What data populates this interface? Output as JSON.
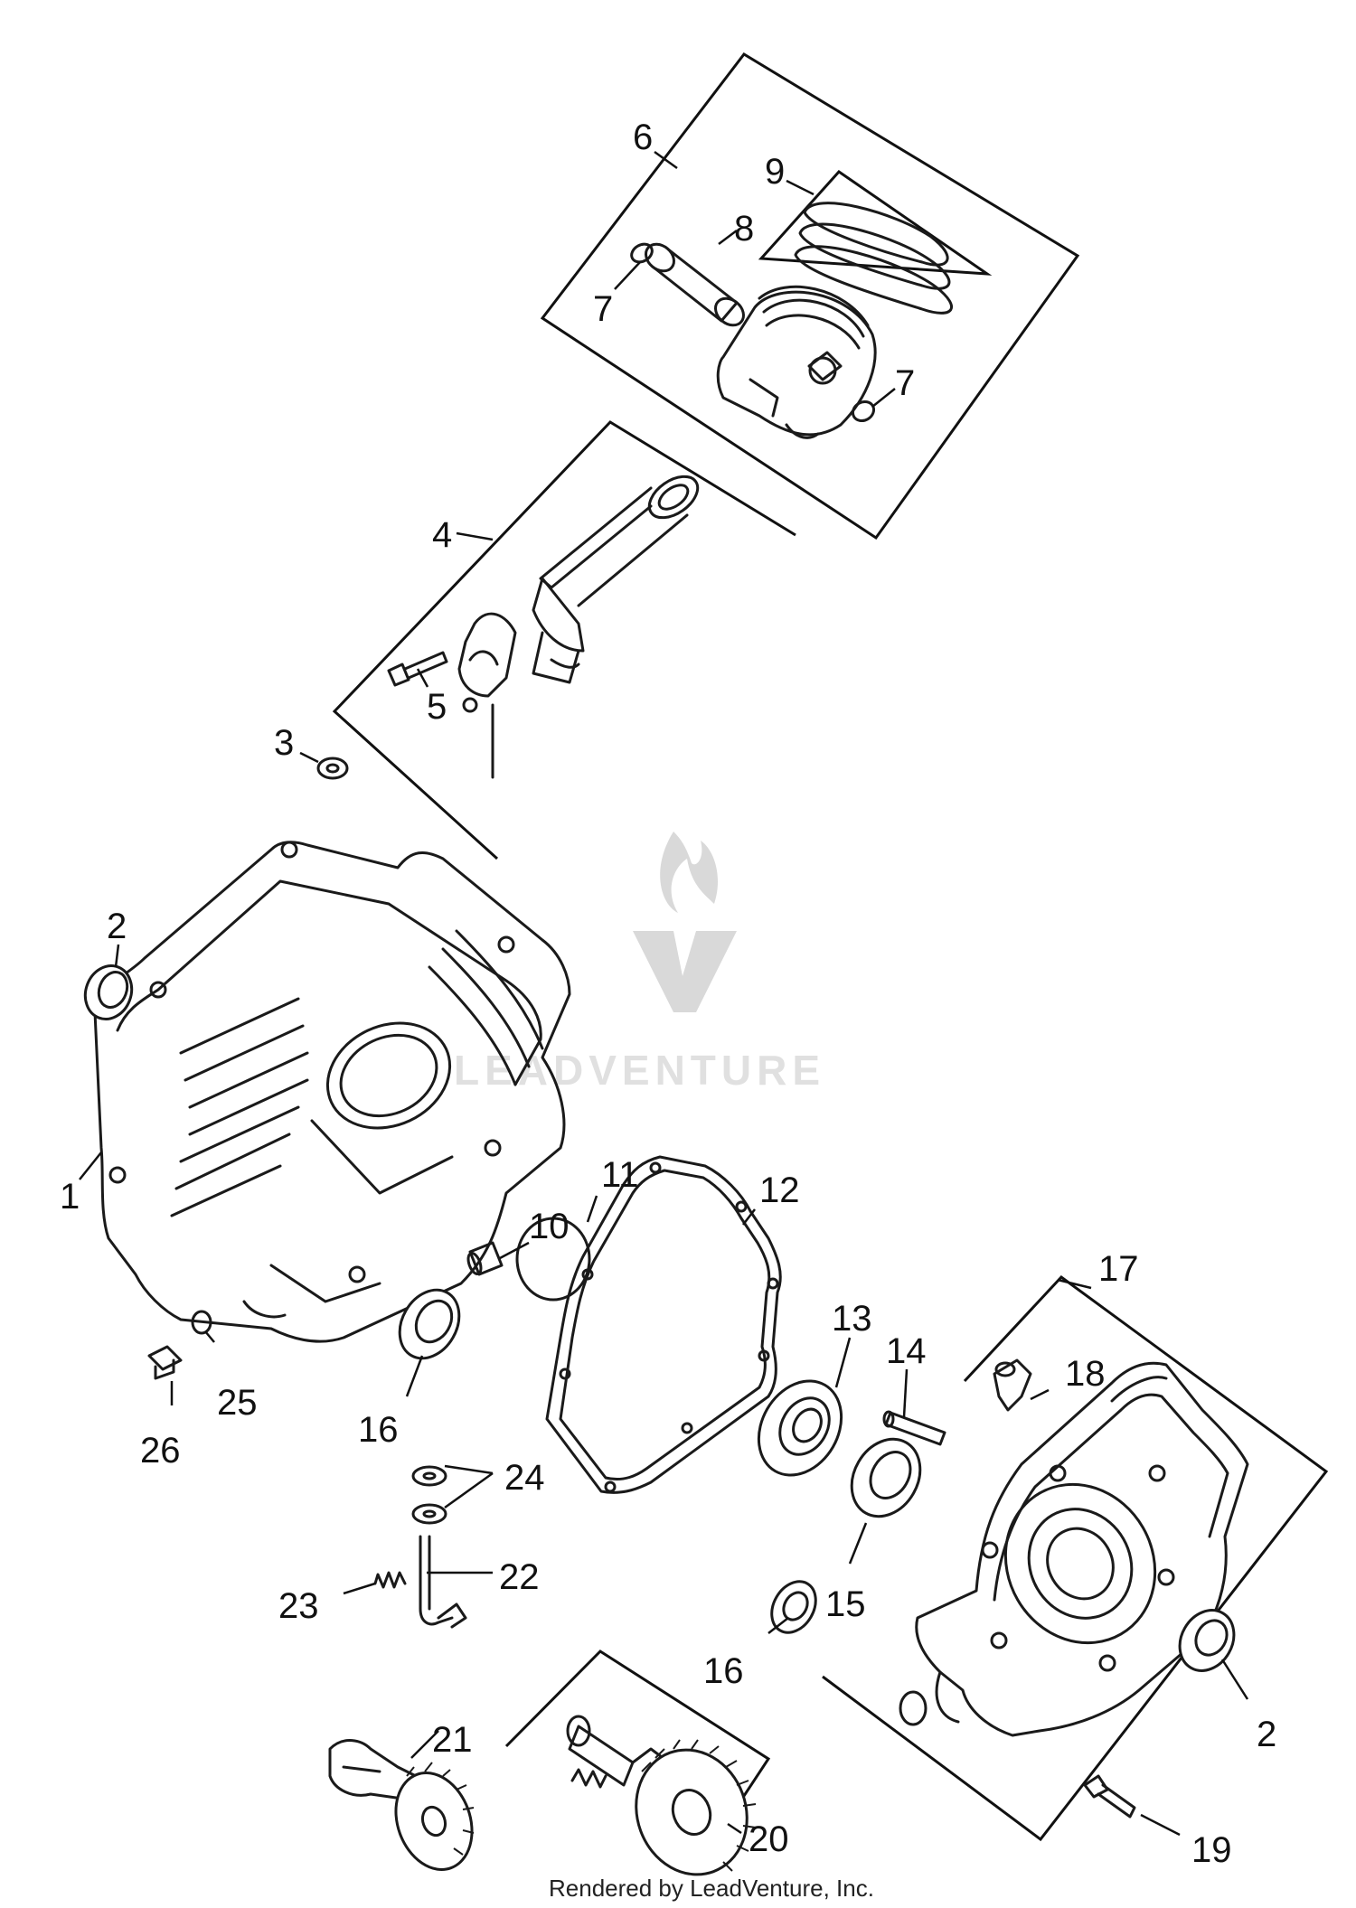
{
  "diagram": {
    "callouts": {
      "c1": "1",
      "c2a": "2",
      "c2b": "2",
      "c3": "3",
      "c4": "4",
      "c5": "5",
      "c6": "6",
      "c7a": "7",
      "c7b": "7",
      "c8": "8",
      "c9": "9",
      "c10": "10",
      "c11": "11",
      "c12": "12",
      "c13": "13",
      "c14": "14",
      "c15": "15",
      "c16a": "16",
      "c16b": "16",
      "c17": "17",
      "c18": "18",
      "c19": "19",
      "c20": "20",
      "c21": "21",
      "c22": "22",
      "c23": "23",
      "c24": "24",
      "c25": "25",
      "c26": "26"
    },
    "watermark": "LEADVENTURE",
    "footer": "Rendered by LeadVenture, Inc."
  },
  "colors": {
    "line": "#1a1a1a",
    "watermark": "#d9d9d9",
    "background": "#ffffff"
  }
}
